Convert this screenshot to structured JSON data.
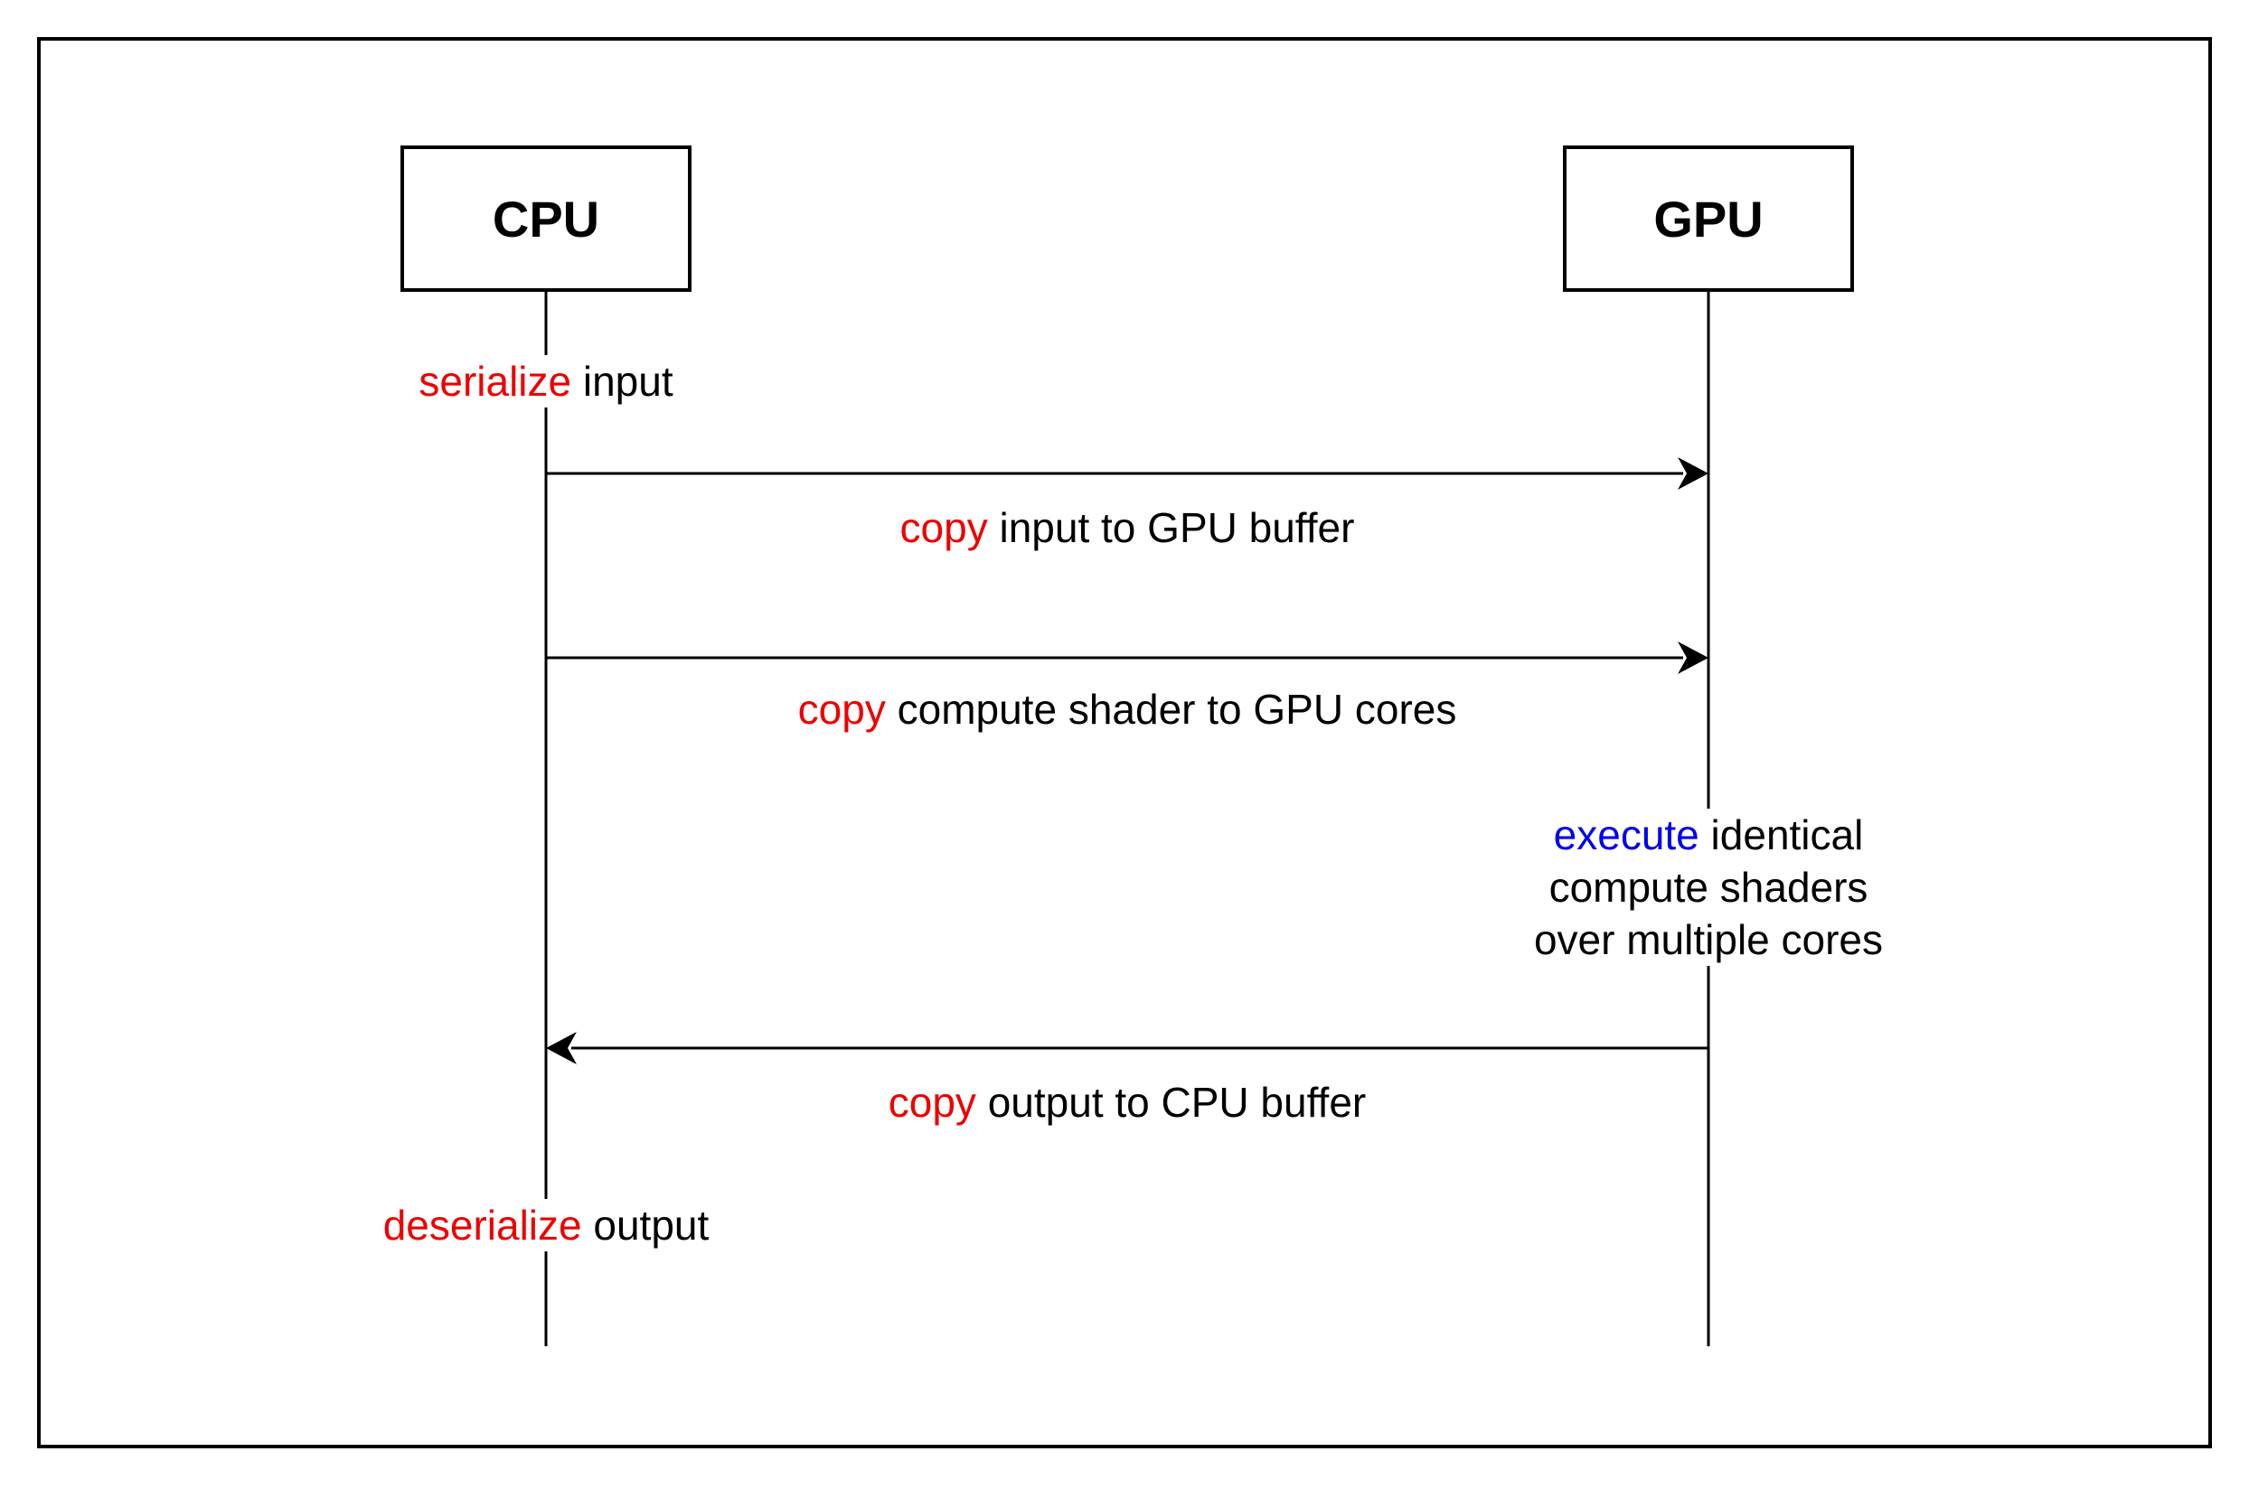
{
  "actors": {
    "cpu": "CPU",
    "gpu": "GPU"
  },
  "steps": {
    "serialize": {
      "verb": "serialize",
      "rest": " input"
    },
    "copy_input": {
      "verb": "copy",
      "rest": " input to GPU buffer"
    },
    "copy_shader": {
      "verb": "copy",
      "rest": " compute shader to GPU cores"
    },
    "execute": {
      "verb": "execute",
      "rest": " identical",
      "line2": "compute shaders",
      "line3": "over multiple cores"
    },
    "copy_output": {
      "verb": "copy",
      "rest": " output to CPU buffer"
    },
    "deserialize": {
      "verb": "deserialize",
      "rest": " output"
    }
  },
  "colors": {
    "highlight_verb": "#ee0000",
    "compute_verb": "#0000ee",
    "line": "#000000"
  }
}
